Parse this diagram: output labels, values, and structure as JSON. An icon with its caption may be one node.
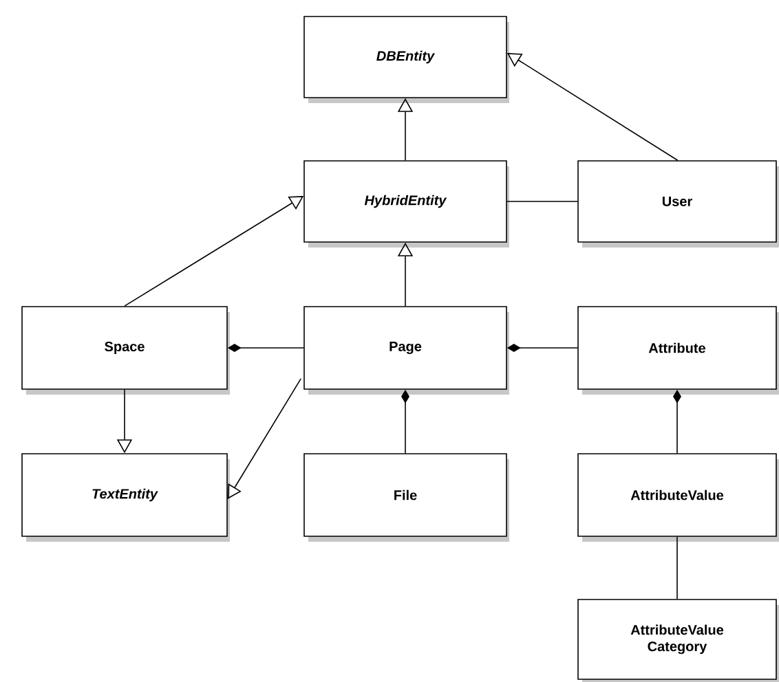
{
  "diagram": {
    "nodes": [
      {
        "text": [
          "DBEntity"
        ]
      },
      {
        "text": [
          "HybridEntity"
        ]
      },
      {
        "text": [
          "User"
        ]
      },
      {
        "text": [
          "Space"
        ]
      },
      {
        "text": [
          "Page"
        ]
      },
      {
        "text": [
          "Attribute"
        ]
      },
      {
        "text": [
          "TextEntity"
        ]
      },
      {
        "text": [
          "File"
        ]
      },
      {
        "text": [
          "AttributeValue"
        ]
      },
      {
        "text": [
          "AttributeValue Category"
        ]
      }
    ],
    "edges": [
      {
        "from": 1,
        "to": 0,
        "arrow": "to"
      },
      {
        "from": 2,
        "to": 0,
        "arrow": "to"
      },
      {
        "from": 1,
        "to": 2,
        "arrow": "none"
      },
      {
        "from": 3,
        "to": 1,
        "arrow": "to"
      },
      {
        "from": 4,
        "to": 1,
        "arrow": "to"
      },
      {
        "from": 3,
        "to": 4,
        "arrow": "other"
      },
      {
        "from": 4,
        "to": 5,
        "arrow": "other"
      },
      {
        "from": 3,
        "to": 6,
        "arrow": "to"
      },
      {
        "from": 4,
        "to": 6,
        "arrow": "to"
      },
      {
        "from": 4,
        "to": 7,
        "arrow": "other"
      },
      {
        "from": 5,
        "to": 8,
        "arrow": "other"
      },
      {
        "from": 8,
        "to": 9,
        "arrow": "none"
      }
    ]
  }
}
